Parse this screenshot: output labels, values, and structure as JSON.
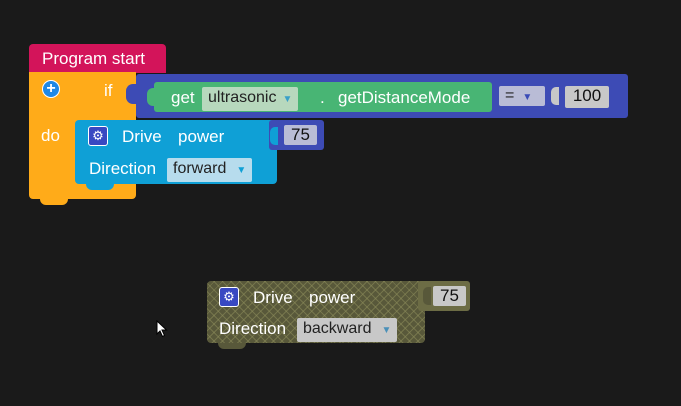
{
  "program_start": {
    "label": "Program start"
  },
  "if_block": {
    "plus_glyph": "+",
    "if_label": "if",
    "do_label": "do"
  },
  "condition": {
    "get_label": "get",
    "sensor": "ultrasonic",
    "dot": ".",
    "method": "getDistanceMode",
    "operator": "=",
    "compare_value": "100"
  },
  "drive_block": {
    "drive_label": "Drive",
    "power_label": "power",
    "power_value": "75",
    "direction_label": "Direction",
    "direction_value": "forward"
  },
  "drive_block_disabled": {
    "drive_label": "Drive",
    "power_label": "power",
    "power_value": "75",
    "direction_label": "Direction",
    "direction_value": "backward"
  },
  "icons": {
    "dropdown_arrow": "▼",
    "gear": "⚙"
  },
  "colors": {
    "background": "#1a1a1a",
    "hat_block": "#d3145a",
    "control_block": "#ffab19",
    "compare_block": "#3d4bb5",
    "sensor_block": "#48b574",
    "motion_block": "#0fa0d6",
    "disabled_block": "#58583a"
  }
}
